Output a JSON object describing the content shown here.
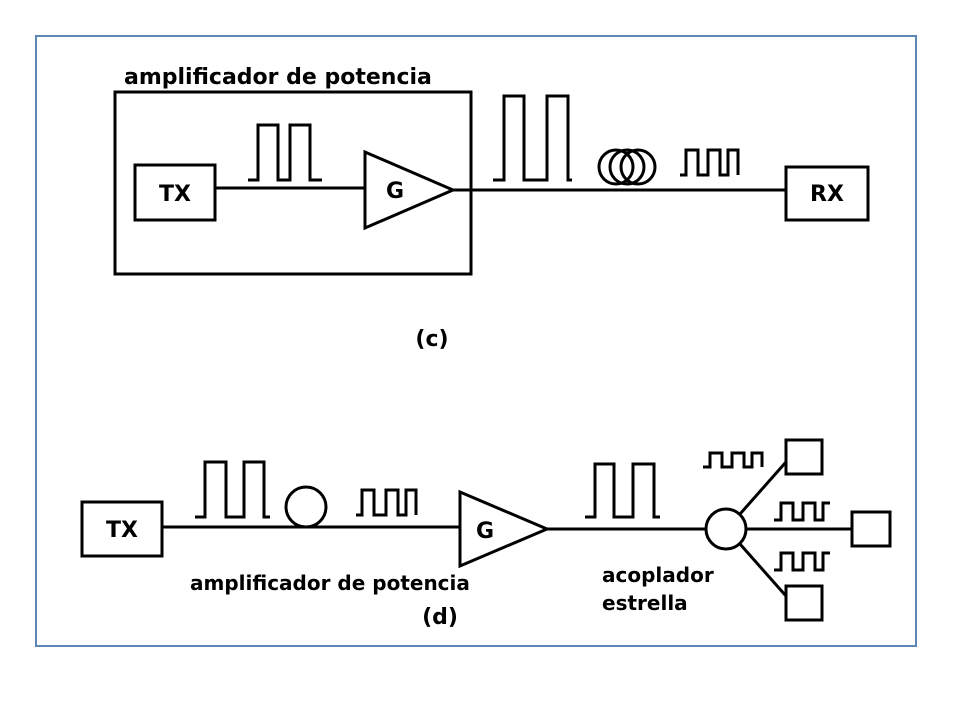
{
  "frame_color": "#5b86b8",
  "panel_c": {
    "box_label": "amplificador de potencia",
    "tx_label": "TX",
    "amp_label": "G",
    "rx_label": "RX",
    "caption": "(c)"
  },
  "panel_d": {
    "tx_label": "TX",
    "amp_label": "G",
    "amp_caption": "amplificador de potencia",
    "caption": "(d)",
    "coupler_label_line1": "acoplador",
    "coupler_label_line2": "estrella"
  }
}
